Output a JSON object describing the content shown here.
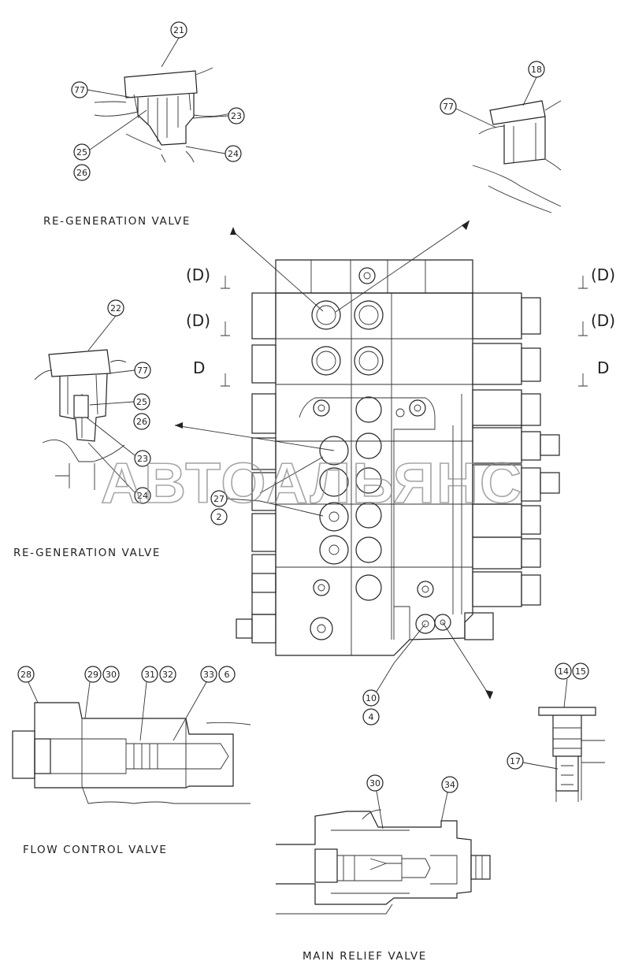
{
  "labels": {
    "regen_top": "RE-GENERATION VALVE",
    "regen_left": "RE-GENERATION VALVE",
    "flow_control": "FLOW CONTROL VALVE",
    "main_relief": "MAIN RELIEF VALVE"
  },
  "section_marks": {
    "left": [
      "(D)",
      "(D)",
      "D"
    ],
    "right": [
      "(D)",
      "(D)",
      "D"
    ]
  },
  "watermark": "АВТОАЛЬЯНС",
  "callouts": {
    "c21": "21",
    "c77a": "77",
    "c23a": "23",
    "c25a": "25",
    "c26a": "26",
    "c24a": "24",
    "c18": "18",
    "c77b": "77",
    "c22": "22",
    "c77c": "77",
    "c25b": "25",
    "c26b": "26",
    "c23b": "23",
    "c24b": "24",
    "c27": "27",
    "c2": "2",
    "c10": "10",
    "c4": "4",
    "c28": "28",
    "c29": "29",
    "c30a": "30",
    "c31": "31",
    "c32": "32",
    "c33": "33",
    "c6": "6",
    "c14": "14",
    "c15": "15",
    "c17": "17",
    "c30b": "30",
    "c34": "34"
  }
}
